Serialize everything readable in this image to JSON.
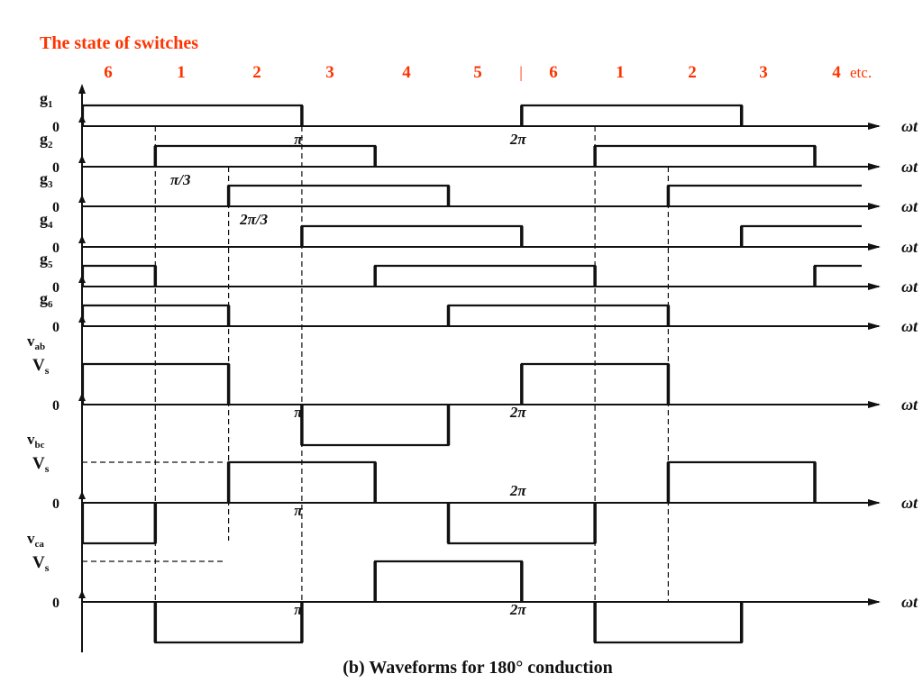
{
  "header": {
    "title": "The state of switches",
    "accent_color": "#ff3300",
    "states": [
      "6",
      "1",
      "2",
      "3",
      "4",
      "5",
      "6",
      "1",
      "2",
      "3",
      "4"
    ],
    "separator": "|",
    "etc": "etc."
  },
  "axis_label": "ωt",
  "caption": "(b) Waveforms for 180° conduction",
  "gate_signals": [
    {
      "label": "g",
      "sub": "1",
      "zero": "0",
      "segments": [
        [
          0,
          1,
          3
        ],
        [
          6,
          1,
          9
        ]
      ],
      "marks": [
        {
          "text": "π",
          "at": 3
        },
        {
          "text": "2π",
          "at": 6
        }
      ]
    },
    {
      "label": "g",
      "sub": "2",
      "zero": "0",
      "segments": [
        [
          1,
          1,
          4
        ],
        [
          7,
          1,
          10
        ]
      ],
      "marks": [
        {
          "text": "π/3",
          "at": 1
        }
      ]
    },
    {
      "label": "g",
      "sub": "3",
      "zero": "0",
      "segments": [
        [
          2,
          1,
          5
        ],
        [
          8,
          1,
          11
        ]
      ],
      "marks": [
        {
          "text": "2π/3",
          "at": 2
        }
      ]
    },
    {
      "label": "g",
      "sub": "4",
      "zero": "0",
      "segments": [
        [
          3,
          1,
          6
        ],
        [
          9,
          1,
          11
        ]
      ],
      "marks": []
    },
    {
      "label": "g",
      "sub": "5",
      "zero": "0",
      "segments": [
        [
          0,
          1,
          1
        ],
        [
          4,
          1,
          7
        ],
        [
          10,
          1,
          11
        ]
      ],
      "marks": []
    },
    {
      "label": "g",
      "sub": "6",
      "zero": "0",
      "segments": [
        [
          0,
          1,
          2
        ],
        [
          5,
          1,
          8
        ]
      ],
      "marks": []
    }
  ],
  "line_voltages": [
    {
      "label": "v",
      "sub": "ab",
      "level": "V",
      "level_sub": "s",
      "zero": "0",
      "segments": [
        [
          0,
          1,
          2
        ],
        [
          3,
          -1,
          5
        ],
        [
          6,
          1,
          8
        ]
      ],
      "marks": [
        {
          "text": "π",
          "at": 3
        },
        {
          "text": "2π",
          "at": 6
        }
      ]
    },
    {
      "label": "v",
      "sub": "bc",
      "level": "V",
      "level_sub": "s",
      "zero": "0",
      "segments": [
        [
          0,
          -1,
          1
        ],
        [
          2,
          1,
          4
        ],
        [
          5,
          -1,
          7
        ],
        [
          8,
          1,
          10
        ]
      ],
      "marks": [
        {
          "text": "π",
          "at": 3
        },
        {
          "text": "2π",
          "at": 6
        }
      ]
    },
    {
      "label": "v",
      "sub": "ca",
      "level": "V",
      "level_sub": "s",
      "zero": "0",
      "segments": [
        [
          1,
          -1,
          3
        ],
        [
          4,
          1,
          6
        ],
        [
          7,
          -1,
          9
        ]
      ],
      "marks": [
        {
          "text": "π",
          "at": 3
        },
        {
          "text": "2π",
          "at": 6
        }
      ]
    }
  ]
}
